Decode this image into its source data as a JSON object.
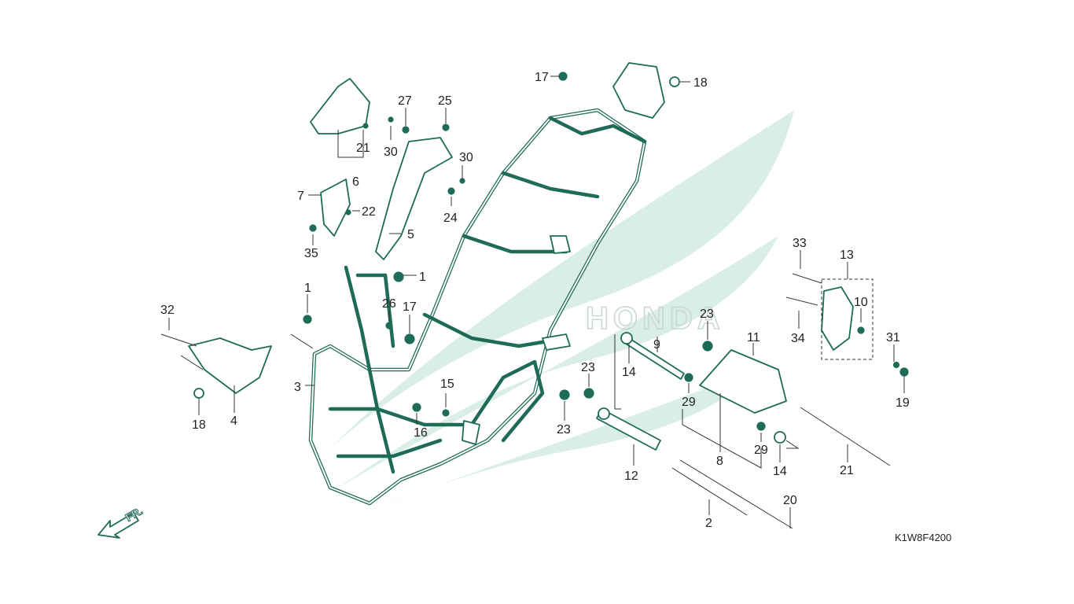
{
  "diagram_code": "K1W8F4200",
  "direction_label": "FR.",
  "watermark_text": "HONDA",
  "colors": {
    "line": "#1e6b57",
    "watermark": "#d9eee4",
    "text": "#222222"
  },
  "callouts": [
    "1",
    "1",
    "2",
    "3",
    "4",
    "5",
    "6",
    "7",
    "8",
    "9",
    "10",
    "11",
    "12",
    "13",
    "14",
    "14",
    "15",
    "16",
    "17",
    "17",
    "18",
    "18",
    "19",
    "20",
    "21",
    "21",
    "22",
    "23",
    "23",
    "23",
    "24",
    "25",
    "26",
    "27",
    "29",
    "29",
    "30",
    "30",
    "31",
    "32",
    "33",
    "34",
    "35"
  ]
}
